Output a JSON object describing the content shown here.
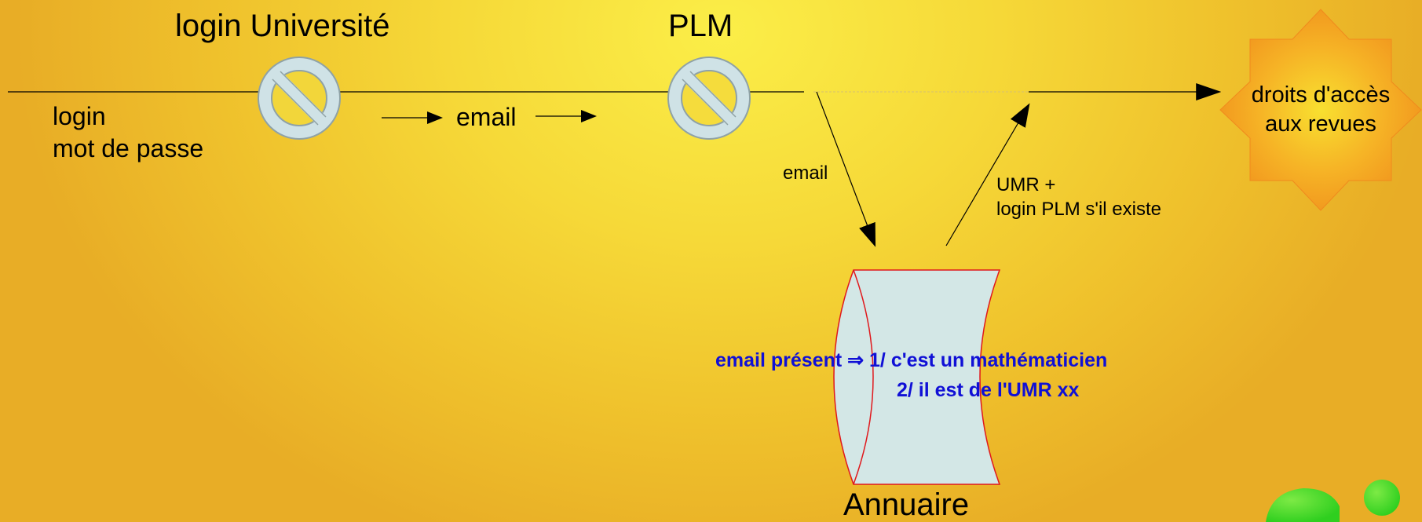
{
  "nodes": {
    "login_universite": "login Université",
    "plm": "PLM",
    "annuaire": "Annuaire",
    "droits": [
      "droits d'accès",
      "aux revues"
    ]
  },
  "credentials": [
    "login",
    "mot de passe"
  ],
  "flow": {
    "email_main": "email",
    "email_down": "email",
    "return_label": [
      "UMR +",
      "login PLM s'il existe"
    ]
  },
  "annuaire_note": {
    "line1": "email présent ⇒ 1/ c'est un mathématicien",
    "line2": "2/ il est de l'UMR xx"
  },
  "colors": {
    "background": "#f6d938",
    "flow_line": "#000000",
    "cylinder_fill": "#d3e7e6",
    "cylinder_stroke": "#e0181c",
    "note_text": "#1010d6",
    "prohibition_fill": "#cfe2e6",
    "prohibition_stroke": "#8fa2a6",
    "star_fill": "#f6a623",
    "decor_green": "#55dd33"
  }
}
